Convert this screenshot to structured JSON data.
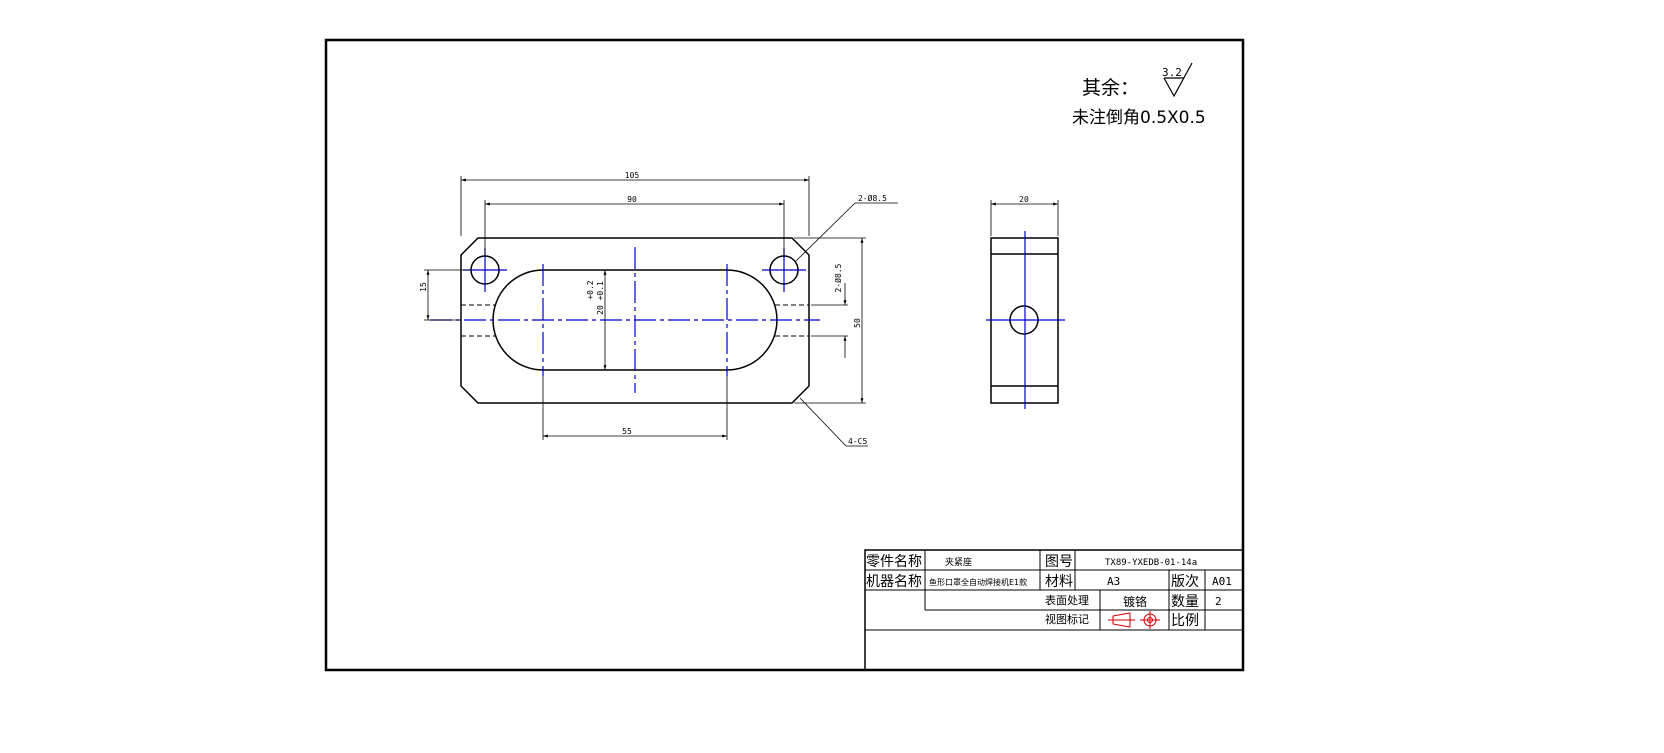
{
  "notes": {
    "remaining_label": "其余：",
    "roughness_value": "3.2",
    "chamfer_note": "未注倒角0.5X0.5"
  },
  "dimensions": {
    "overall_length": "105",
    "hole_spacing": "90",
    "holes_top": "2-Ø8.5",
    "holes_right": "2-Ø8.5",
    "height_15": "15",
    "slot_width": "20 +0.1",
    "slot_tol_upper": "+0.2",
    "height_50": "50",
    "slot_center_length": "55",
    "chamfer": "4-C5",
    "side_width": "20"
  },
  "title_block": {
    "part_name_label": "零件名称",
    "part_name_value": "夹紧座",
    "drawing_no_label": "图号",
    "drawing_no_value": "TX89-YXEDB-01-14a",
    "machine_name_label": "机器名称",
    "machine_name_value": "鱼形口罩全自动焊接机E1款",
    "material_label": "材料",
    "material_value": "A3",
    "revision_label": "版次",
    "revision_value": "A01",
    "surface_label": "表面处理",
    "surface_value": "镀铬",
    "quantity_label": "数量",
    "quantity_value": "2",
    "view_label": "视图标记",
    "scale_label": "比例",
    "scale_value": ""
  },
  "colors": {
    "line": "#000000",
    "centerline": "#0000cc",
    "background": "#ffffff"
  }
}
